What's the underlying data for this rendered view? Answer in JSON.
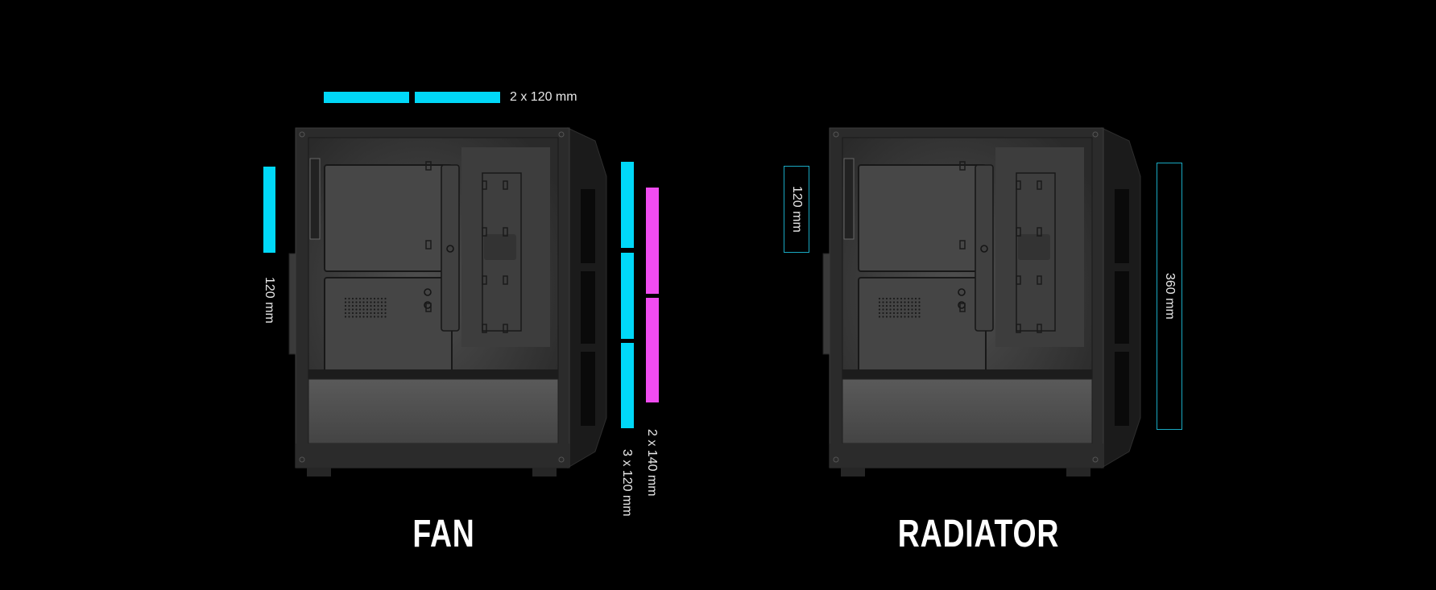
{
  "fan": {
    "title": "FAN",
    "top_label": "2 x 120 mm",
    "rear_label": "120 mm",
    "front_label_120": "3 x 120 mm",
    "front_label_140": "2 x 140 mm"
  },
  "radiator": {
    "title": "RADIATOR",
    "rear_label": "120 mm",
    "front_label": "360 mm"
  },
  "colors": {
    "cyan": "#00d8f8",
    "magenta": "#f04cf0",
    "outline": "#19a9c2"
  }
}
